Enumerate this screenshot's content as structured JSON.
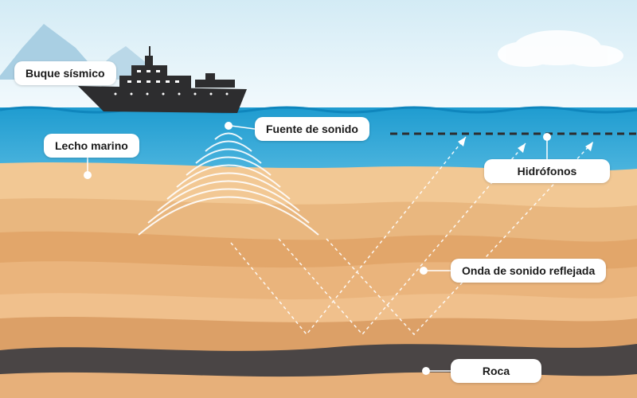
{
  "labels": {
    "ship": "Buque sísmico",
    "seabed": "Lecho marino",
    "source": "Fuente de sonido",
    "hydrophones": "Hidrófonos",
    "reflected": "Onda de sonido reflejada",
    "rock": "Roca"
  },
  "colors": {
    "sky": "#eaf6fb",
    "sea": "#2aa3d2",
    "sand_light": "#f2c894",
    "sand_mid": "#e2a66a",
    "sand_dark": "#c98a52",
    "rock": "#4a4545",
    "ship": "#2d2d2f",
    "wave": "#ffffff"
  }
}
